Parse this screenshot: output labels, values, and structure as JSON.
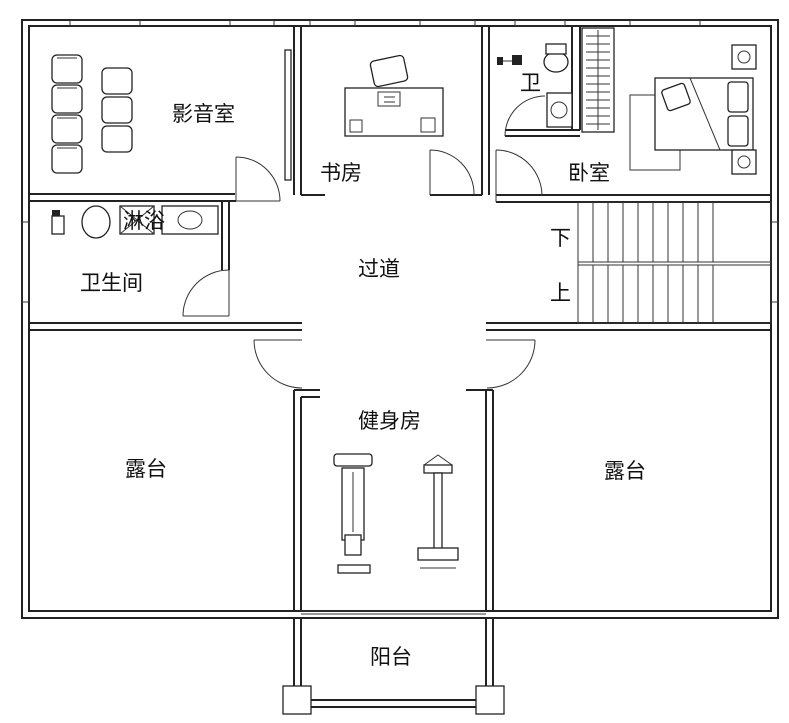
{
  "rooms": {
    "theater": "影音室",
    "study": "书房",
    "toilet_small": "卫",
    "bedroom": "卧室",
    "bathroom": "卫生间",
    "corridor": "过道",
    "stair_down": "下",
    "stair_up": "上",
    "gym": "健身房",
    "terrace_left": "露台",
    "terrace_right": "露台",
    "balcony": "阳台"
  },
  "fixtures": {
    "tag": "淋浴"
  }
}
